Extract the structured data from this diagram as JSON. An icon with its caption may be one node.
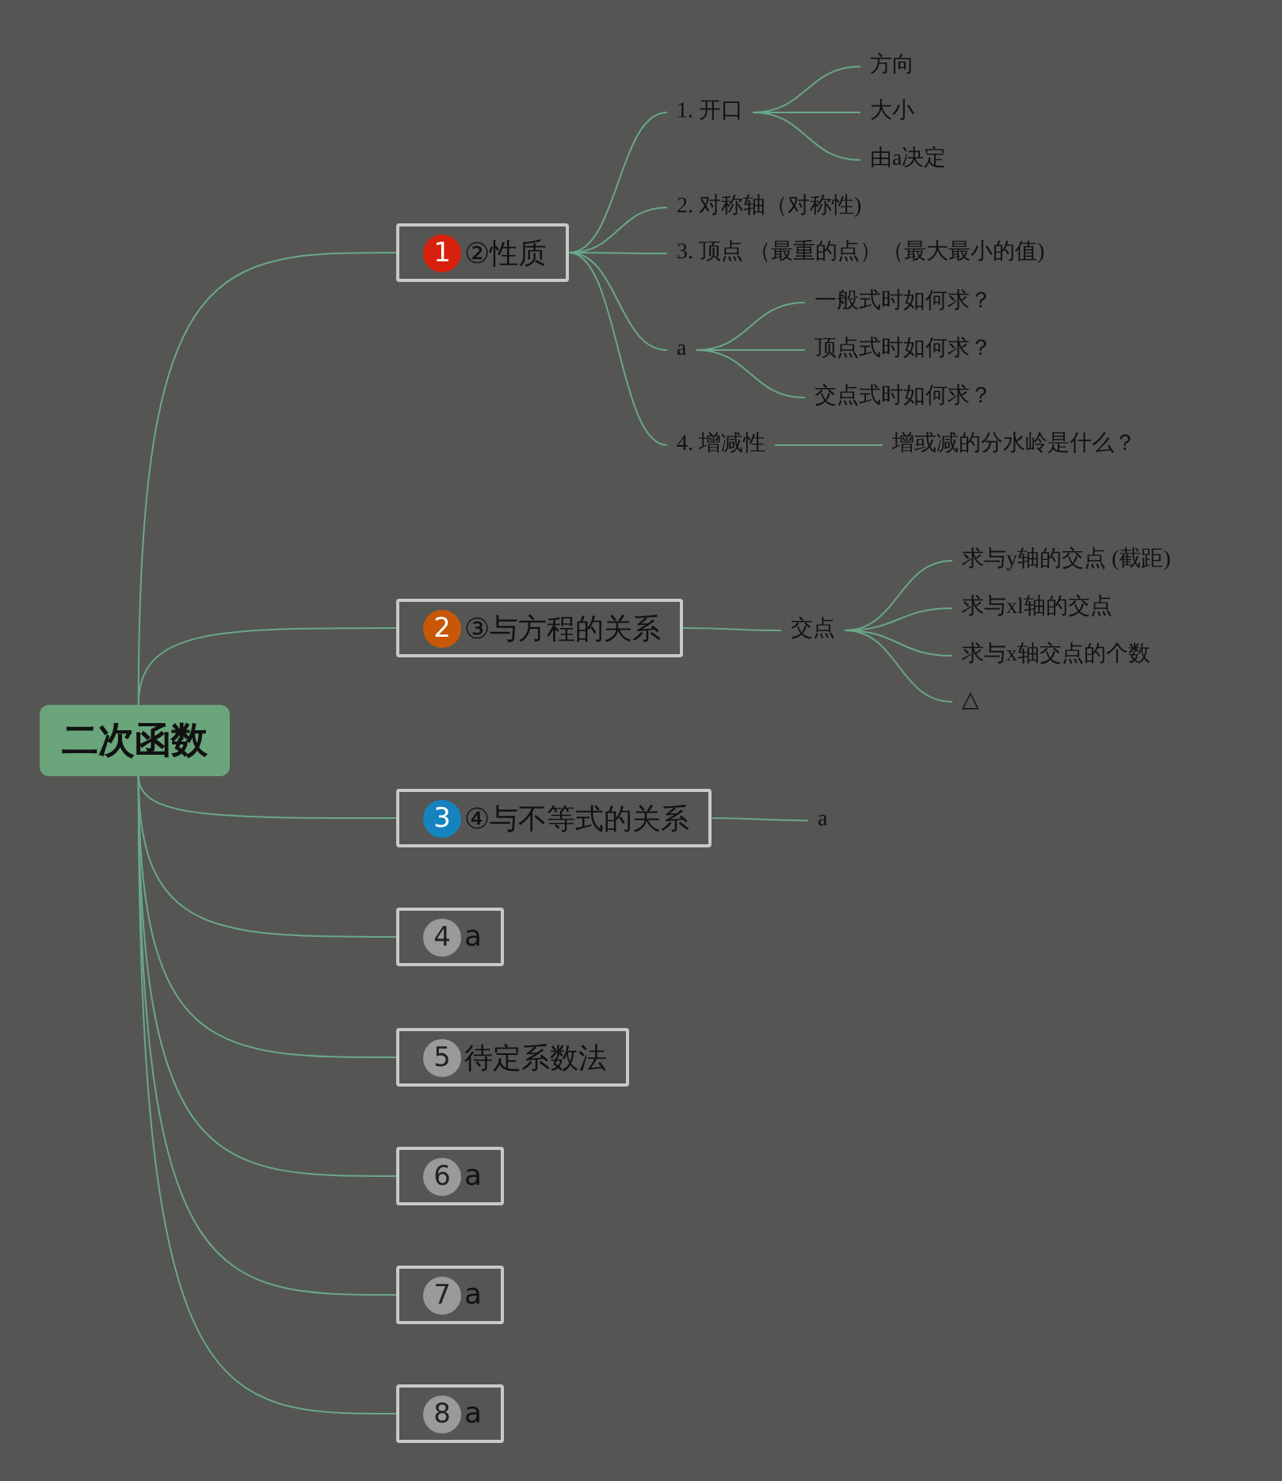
{
  "diagram": {
    "nodes": [
      {
        "text": [
          "二次函数"
        ]
      },
      {
        "text": [
          "1",
          "②性质"
        ]
      },
      {
        "text": [
          "1. 开口"
        ]
      },
      {
        "text": [
          "方向"
        ]
      },
      {
        "text": [
          "大小"
        ]
      },
      {
        "text": [
          "由a决定"
        ]
      },
      {
        "text": [
          "2. 对称轴（对称性)"
        ]
      },
      {
        "text": [
          "3. 顶点 （最重的点）（最大最小的值)"
        ]
      },
      {
        "text": [
          "a"
        ]
      },
      {
        "text": [
          "一般式时如何求？"
        ]
      },
      {
        "text": [
          "顶点式时如何求？"
        ]
      },
      {
        "text": [
          "交点式时如何求？"
        ]
      },
      {
        "text": [
          "4. 增减性"
        ]
      },
      {
        "text": [
          "增或减的分水岭是什么？"
        ]
      },
      {
        "text": [
          "2",
          "③与方程的关系"
        ]
      },
      {
        "text": [
          "交点"
        ]
      },
      {
        "text": [
          "求与y轴的交点 (截距)"
        ]
      },
      {
        "text": [
          "求与xl轴的交点"
        ]
      },
      {
        "text": [
          "求与x轴交点的个数"
        ]
      },
      {
        "text": [
          "△"
        ]
      },
      {
        "text": [
          "3",
          "④与不等式的关系"
        ]
      },
      {
        "text": [
          "a"
        ]
      },
      {
        "text": [
          "4",
          "a"
        ]
      },
      {
        "text": [
          "5",
          "待定系数法"
        ]
      },
      {
        "text": [
          "6",
          "a"
        ]
      },
      {
        "text": [
          "7",
          "a"
        ]
      },
      {
        "text": [
          "8",
          "a"
        ]
      }
    ],
    "edges": [
      {
        "from": 0,
        "to": 1,
        "arrow": "none"
      },
      {
        "from": 1,
        "to": 2,
        "arrow": "none"
      },
      {
        "from": 2,
        "to": 3,
        "arrow": "none"
      },
      {
        "from": 2,
        "to": 4,
        "arrow": "none"
      },
      {
        "from": 2,
        "to": 5,
        "arrow": "none"
      },
      {
        "from": 1,
        "to": 6,
        "arrow": "none"
      },
      {
        "from": 1,
        "to": 7,
        "arrow": "none"
      },
      {
        "from": 1,
        "to": 8,
        "arrow": "none"
      },
      {
        "from": 8,
        "to": 9,
        "arrow": "none"
      },
      {
        "from": 8,
        "to": 10,
        "arrow": "none"
      },
      {
        "from": 8,
        "to": 11,
        "arrow": "none"
      },
      {
        "from": 1,
        "to": 12,
        "arrow": "none"
      },
      {
        "from": 12,
        "to": 13,
        "arrow": "none"
      },
      {
        "from": 0,
        "to": 14,
        "arrow": "none"
      },
      {
        "from": 14,
        "to": 15,
        "arrow": "none"
      },
      {
        "from": 15,
        "to": 16,
        "arrow": "none"
      },
      {
        "from": 15,
        "to": 17,
        "arrow": "none"
      },
      {
        "from": 15,
        "to": 18,
        "arrow": "none"
      },
      {
        "from": 15,
        "to": 19,
        "arrow": "none"
      },
      {
        "from": 0,
        "to": 20,
        "arrow": "none"
      },
      {
        "from": 20,
        "to": 21,
        "arrow": "none"
      },
      {
        "from": 0,
        "to": 22,
        "arrow": "none"
      },
      {
        "from": 0,
        "to": 23,
        "arrow": "none"
      },
      {
        "from": 0,
        "to": 24,
        "arrow": "none"
      },
      {
        "from": 0,
        "to": 25,
        "arrow": "none"
      },
      {
        "from": 0,
        "to": 26,
        "arrow": "none"
      }
    ]
  }
}
